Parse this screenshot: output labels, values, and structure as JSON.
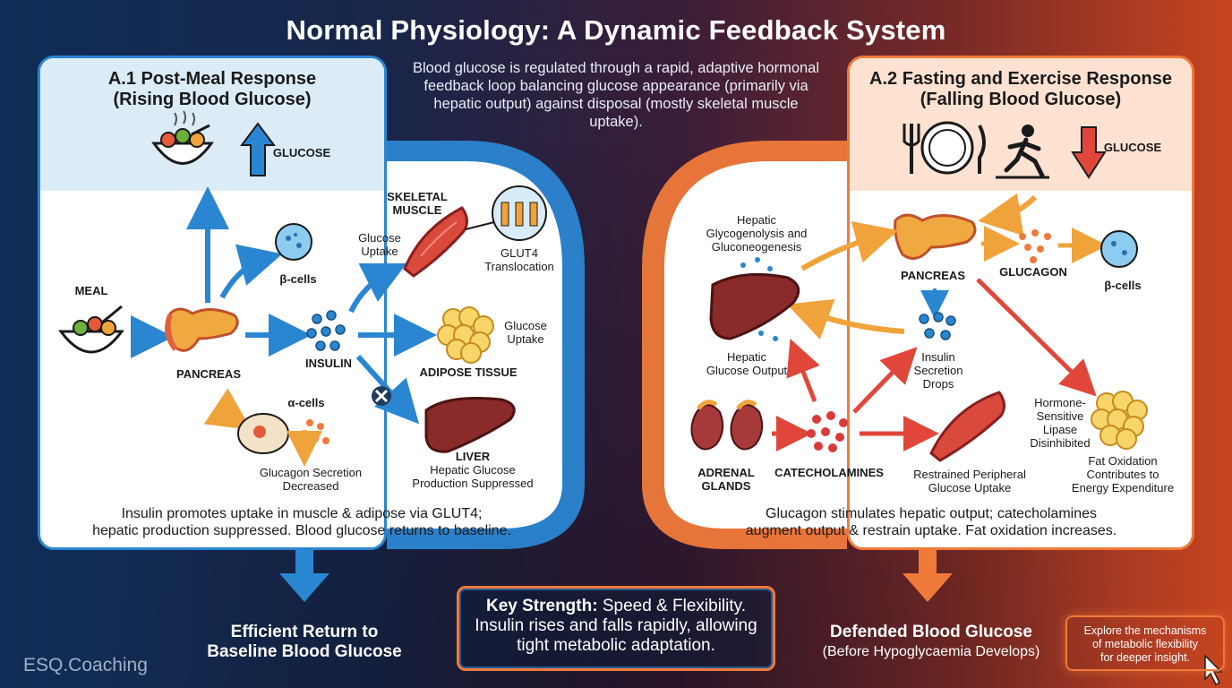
{
  "title": "Normal Physiology: A Dynamic Feedback System",
  "intro": "Blood glucose is regulated through a rapid, adaptive hormonal feedback loop balancing glucose appearance (primarily via hepatic output) against disposal (mostly skeletal muscle uptake).",
  "left": {
    "heading_line1": "A.1 Post-Meal Response",
    "heading_line2": "(Rising Blood Glucose)",
    "glucose_label": "GLUCOSE",
    "meal": "MEAL",
    "pancreas": "PANCREAS",
    "beta_cells": "β-cells",
    "alpha_cells": "α-cells",
    "insulin": "INSULIN",
    "skeletal_muscle_1": "SKELETAL",
    "skeletal_muscle_2": "MUSCLE",
    "glucose_uptake_muscle_1": "Glucose",
    "glucose_uptake_muscle_2": "Uptake",
    "glut4_1": "GLUT4",
    "glut4_2": "Translocation",
    "adipose": "ADIPOSE TISSUE",
    "glucose_uptake_adipose_1": "Glucose",
    "glucose_uptake_adipose_2": "Uptake",
    "liver": "LIVER",
    "hepatic_1": "Hepatic Glucose",
    "hepatic_2": "Production Suppressed",
    "glucagon_1": "Glucagon Secretion",
    "glucagon_2": "Decreased",
    "caption_1": "Insulin promotes uptake in muscle & adipose via GLUT4;",
    "caption_2": "hepatic production suppressed. Blood glucose returns to baseline."
  },
  "right": {
    "heading_line1": "A.2 Fasting and Exercise Response",
    "heading_line2": "(Falling Blood Glucose)",
    "glucose_label": "GLUCOSE",
    "hepatic_gly_1": "Hepatic",
    "hepatic_gly_2": "Glycogenolysis and",
    "hepatic_gly_3": "Gluconeogenesis",
    "pancreas": "PANCREAS",
    "glucagon": "GLUCAGON",
    "beta_cells": "β-cells",
    "hepatic_output_1": "Hepatic",
    "hepatic_output_2": "Glucose Output",
    "insulin_drop_1": "Insulin",
    "insulin_drop_2": "Secretion",
    "insulin_drop_3": "Drops",
    "hormone_1": "Hormone-",
    "hormone_2": "Sensitive",
    "hormone_3": "Lipase",
    "hormone_4": "Disinhibited",
    "adrenal_1": "ADRENAL",
    "adrenal_2": "GLANDS",
    "catecholamines": "CATECHOLAMINES",
    "restrained_1": "Restrained Peripheral",
    "restrained_2": "Glucose Uptake",
    "fat_1": "Fat Oxidation",
    "fat_2": "Contributes to",
    "fat_3": "Energy Expenditure",
    "caption_1": "Glucagon stimulates hepatic output; catecholamines",
    "caption_2": "augment output & restrain uptake. Fat oxidation increases."
  },
  "bottom": {
    "left_1": "Efficient Return to",
    "left_2": "Baseline Blood Glucose",
    "strength_bold": "Key Strength:",
    "strength_rest": " Speed & Flexibility.",
    "strength_2": "Insulin rises and falls rapidly, allowing",
    "strength_3": "tight metabolic adaptation.",
    "right_1": "Defended Blood Glucose",
    "right_2": "(Before Hypoglycaemia Develops)",
    "explore_1": "Explore the mechanisms",
    "explore_2": "of metabolic flexibility",
    "explore_3": "for deeper insight.",
    "brand": "ESQ.Coaching"
  },
  "colors": {
    "blue": "#2b86d1",
    "orange": "#f07a3a",
    "red": "#e0473a"
  }
}
